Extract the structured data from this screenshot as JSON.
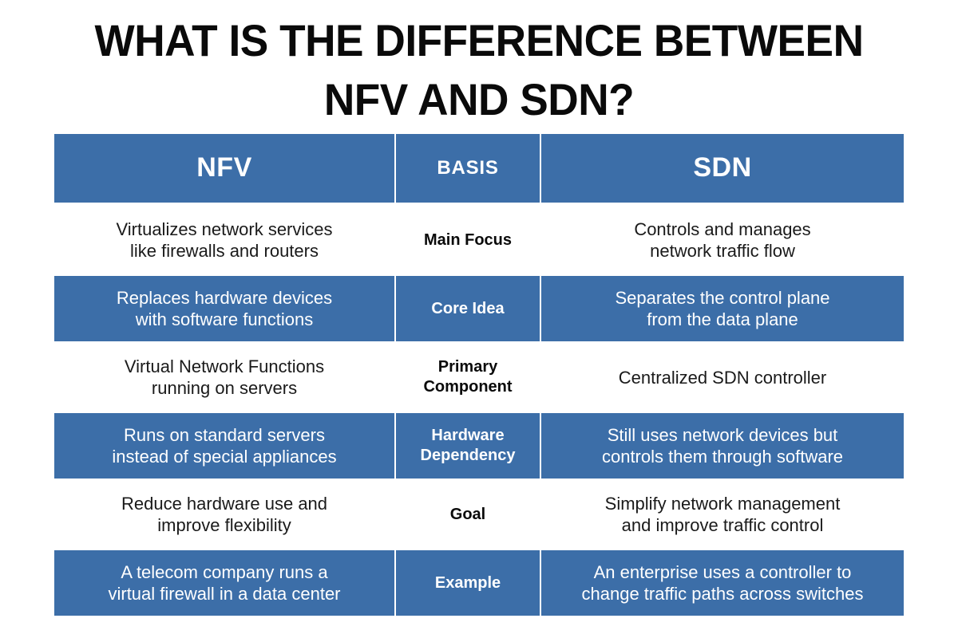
{
  "title": {
    "line1": "WHAT IS THE DIFFERENCE BETWEEN",
    "line2": "NFV AND SDN?"
  },
  "theme": {
    "accent_blue": "#3C6EA8",
    "text_dark": "#1A1A1A",
    "text_light": "#FFFFFF",
    "background": "#FFFFFF"
  },
  "table": {
    "headers": {
      "left": "NFV",
      "middle": "BASIS",
      "right": "SDN"
    },
    "rows": [
      {
        "style": "white",
        "basis": "Main Focus",
        "nfv": "Virtualizes network services\nlike firewalls and routers",
        "sdn": "Controls and manages\nnetwork traffic flow"
      },
      {
        "style": "blue",
        "basis": "Core Idea",
        "nfv": "Replaces hardware devices\nwith software functions",
        "sdn": "Separates the control plane\nfrom the data plane"
      },
      {
        "style": "white",
        "basis": "Primary\nComponent",
        "nfv": "Virtual Network Functions\nrunning on servers",
        "sdn": "Centralized SDN controller"
      },
      {
        "style": "blue",
        "basis": "Hardware\nDependency",
        "nfv": "Runs on standard servers\ninstead of special appliances",
        "sdn": "Still uses network devices but\ncontrols them through software"
      },
      {
        "style": "white",
        "basis": "Goal",
        "nfv": "Reduce hardware use and\nimprove flexibility",
        "sdn": "Simplify network management\nand improve traffic control"
      },
      {
        "style": "blue",
        "basis": "Example",
        "nfv": "A telecom company runs a\nvirtual firewall in a data center",
        "sdn": "An enterprise uses a controller to\nchange traffic paths across switches"
      }
    ]
  }
}
